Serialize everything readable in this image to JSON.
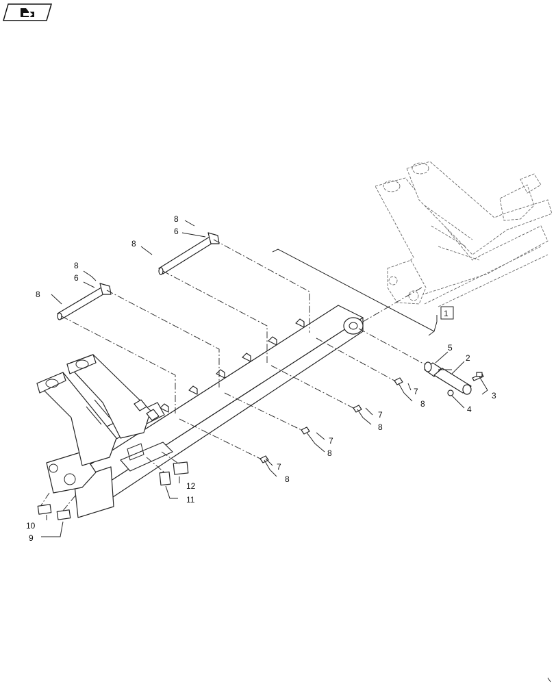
{
  "callouts": {
    "ref_assembly": "1",
    "pin_2": "2",
    "bolt_3": "3",
    "nut_4": "4",
    "bushing_5": "5",
    "pin_6a": "6",
    "pin_6b": "6",
    "item_7a": "7",
    "item_7b": "7",
    "item_7c": "7",
    "item_7d": "7",
    "item_8a": "8",
    "item_8b": "8",
    "item_8c": "8",
    "item_8d": "8",
    "item_8e": "8",
    "item_8f": "8",
    "item_8g": "8",
    "item_8h": "8",
    "decal_9": "9",
    "decal_10": "10",
    "decal_11": "11",
    "decal_12": "12"
  },
  "icons": {
    "nav": "previous-page-icon"
  }
}
